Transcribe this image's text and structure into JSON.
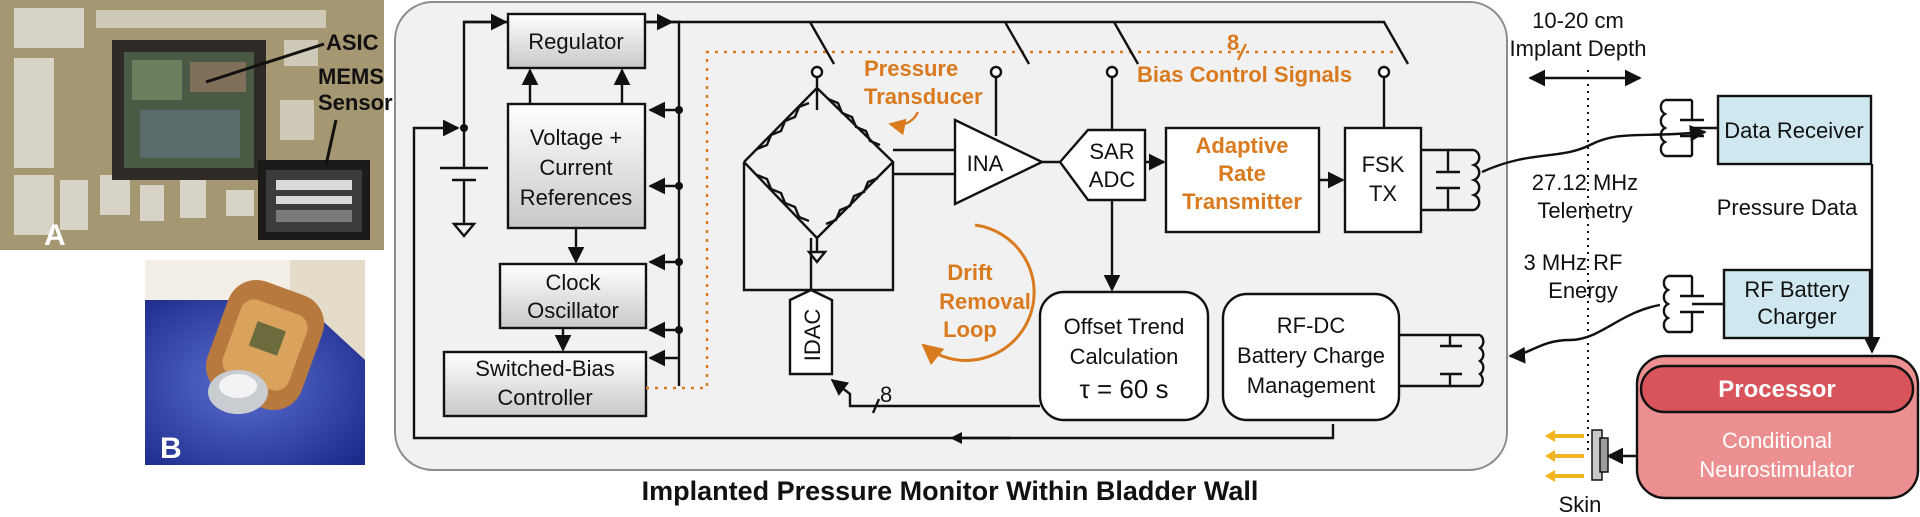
{
  "photos": {
    "asic_label": "ASIC",
    "mems_label": "MEMS Sensor",
    "panel_a": "A",
    "panel_b": "B"
  },
  "blocks": {
    "regulator": "Regulator",
    "references": [
      "Voltage +",
      "Current",
      "References"
    ],
    "clock": [
      "Clock",
      "Oscillator"
    ],
    "switched_bias": [
      "Switched-Bias",
      "Controller"
    ],
    "pressure_transducer": [
      "Pressure",
      "Transducer"
    ],
    "bias_bus_count": "8",
    "bias_control": "Bias Control Signals",
    "ina": "INA",
    "sar_adc": [
      "SAR",
      "ADC"
    ],
    "adaptive_tx": [
      "Adaptive",
      "Rate",
      "Transmitter"
    ],
    "fsk_tx": [
      "FSK",
      "TX"
    ],
    "idac": "IDAC",
    "idac_bus_count": "8",
    "drift_loop": [
      "Drift",
      "Removal",
      "Loop"
    ],
    "offset_trend": [
      "Offset Trend",
      "Calculation",
      "τ = 60 s"
    ],
    "rf_dc": [
      "RF-DC",
      "Battery Charge",
      "Management"
    ],
    "main_caption": "Implanted Pressure Monitor Within Bladder Wall"
  },
  "external": {
    "implant_depth": [
      "10-20 cm",
      "Implant Depth"
    ],
    "data_receiver": "Data Receiver",
    "telemetry": [
      "27.12 MHz",
      "Telemetry"
    ],
    "pressure_data": "Pressure Data",
    "rf_energy": [
      "3 MHz RF",
      "Energy"
    ],
    "rf_charger": [
      "RF Battery",
      "Charger"
    ],
    "processor": "Processor",
    "neurostimulator": [
      "Conditional",
      "Neurostimulator"
    ],
    "skin": "Skin"
  },
  "colors": {
    "panel_bg": "#f1f1f1",
    "orange_accent": "#d97a1e",
    "light_blue": "#cfe8ef",
    "red_dark": "#d9535a",
    "red_light": "#eb8f90"
  }
}
